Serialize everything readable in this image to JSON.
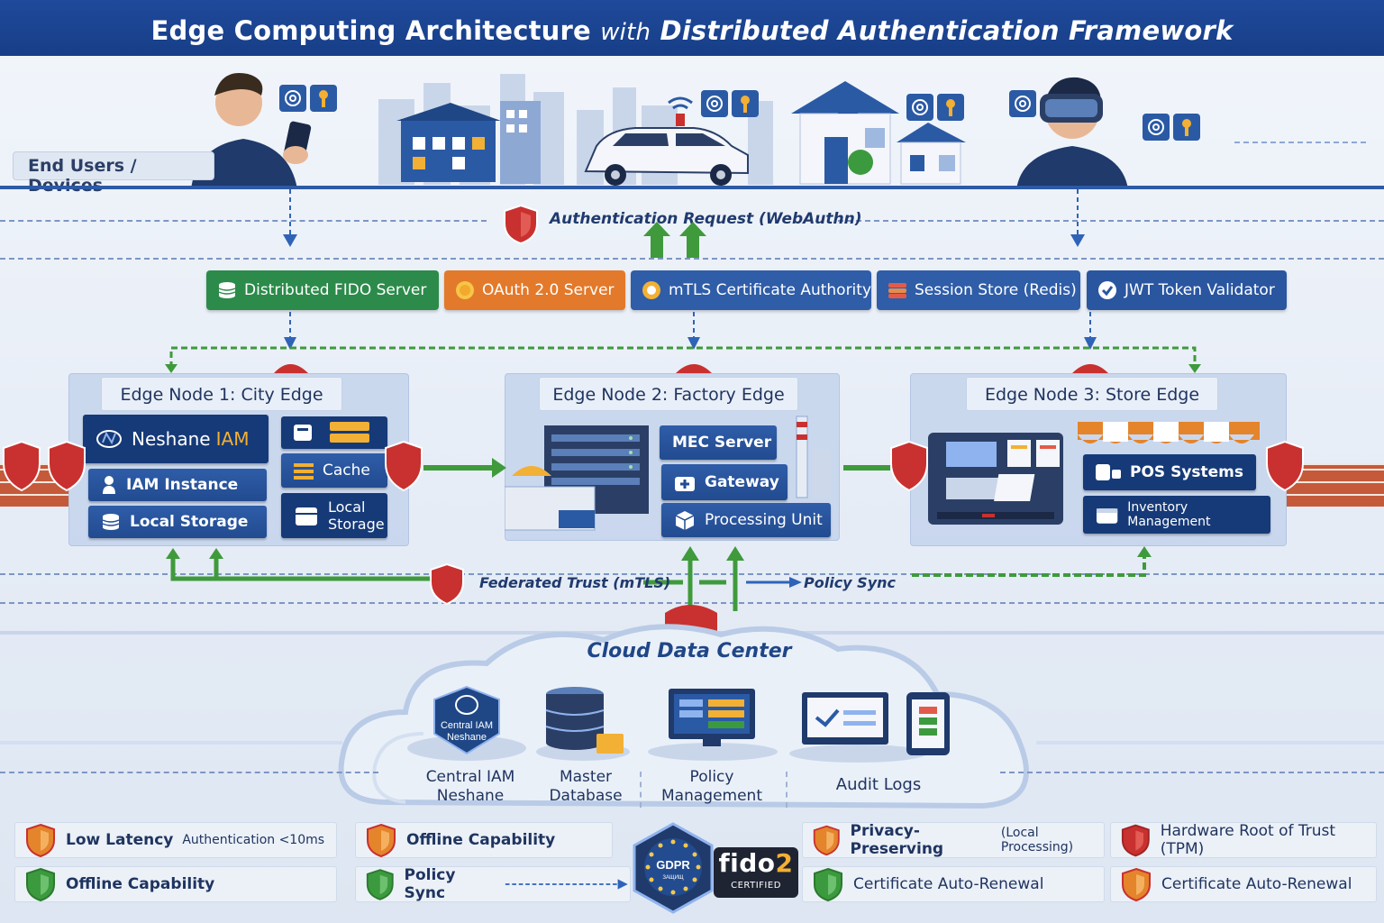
{
  "title": {
    "part1": "Edge Computing Architecture",
    "with": "with",
    "part2": "Distributed Authentication Framework"
  },
  "users_label": "End Users / Devices",
  "auth_request_label": "Authentication Request (WebAuthn)",
  "services": [
    {
      "label": "Distributed FIDO Server",
      "color": "#2c8b4a",
      "icon": "database-icon"
    },
    {
      "label": "OAuth 2.0 Server",
      "color": "#e3792a",
      "icon": "coin-icon"
    },
    {
      "label": "mTLS Certificate Authority",
      "color": "#2f5da8",
      "icon": "certificate-icon"
    },
    {
      "label": "Session Store (Redis)",
      "color": "#2f5da8",
      "icon": "redis-stack-icon"
    },
    {
      "label": "JWT Token Validator",
      "color": "#2a56a0",
      "icon": "check-circle-icon"
    }
  ],
  "nodes": {
    "city": {
      "title": "Edge Node 1: City Edge",
      "brand_a": "Neshane",
      "brand_b": "IAM",
      "iam_instance": "IAM Instance",
      "local_storage": "Local Storage",
      "cache": "Cache",
      "local_storage_2_a": "Local",
      "local_storage_2_b": "Storage"
    },
    "factory": {
      "title": "Edge Node 2: Factory Edge",
      "mec": "MEC Server",
      "gateway": "Gateway",
      "processing": "Processing Unit"
    },
    "store": {
      "title": "Edge Node 3: Store Edge",
      "pos": "POS Systems",
      "inventory": "Inventory Management"
    }
  },
  "flows": {
    "federated": "Federated Trust (mTLS)",
    "policy_sync": "Policy Sync"
  },
  "cloud": {
    "title": "Cloud Data Center",
    "badge_a": "Central IAM",
    "badge_b": "Neshane",
    "items": [
      {
        "line1": "Central IAM",
        "line2": "Neshane"
      },
      {
        "line1": "Master",
        "line2": "Database"
      },
      {
        "line1": "Policy",
        "line2": "Management"
      },
      {
        "line1": "Audit Logs",
        "line2": ""
      }
    ]
  },
  "features": {
    "low_latency_main": "Low Latency",
    "low_latency_sub": "Authentication <10ms",
    "offline_1": "Offline Capability",
    "offline_2": "Offline Capability",
    "policy_sync": "Policy Sync",
    "privacy_main": "Privacy-Preserving",
    "privacy_sub": "(Local Processing)",
    "cert_renew_1": "Certificate Auto-Renewal",
    "hw_root": "Hardware Root of Trust (TPM)",
    "cert_renew_2": "Certificate Auto-Renewal"
  },
  "badges": {
    "gdpr": "GDPR",
    "gdpr_sub": "ЗАЩИЩ",
    "fido_a": "fido",
    "fido_b": "2",
    "fido_sub": "CERTIFIED"
  },
  "colors": {
    "title_bar": "#1f4a9b",
    "shield_red": "#c8312f",
    "shield_orange": "#e4842b",
    "shield_green": "#3c9a3e",
    "flow_green": "#3f9a3c",
    "navy": "#163a78"
  }
}
